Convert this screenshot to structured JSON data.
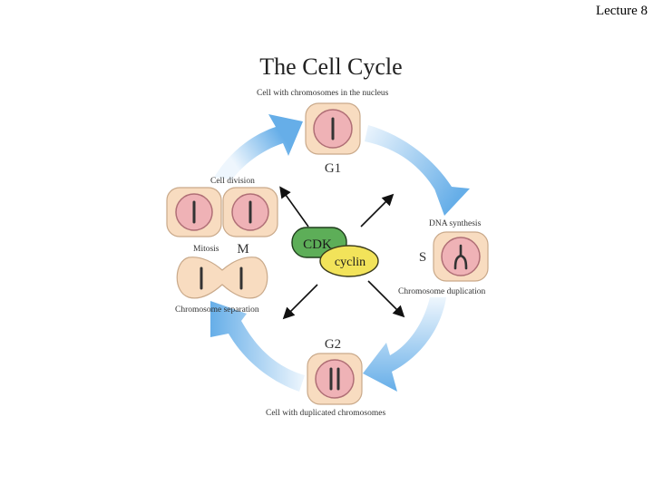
{
  "header": {
    "lecture": "Lecture 8"
  },
  "diagram": {
    "title": "The Cell Cycle",
    "labels": {
      "g1_caption": "Cell with chromosomes in the nucleus",
      "g1": "G1",
      "dna_synthesis": "DNA synthesis",
      "s": "S",
      "chromosome_duplication": "Chromosome duplication",
      "g2": "G2",
      "g2_caption": "Cell with duplicated chromosomes",
      "chromosome_separation": "Chromosome separation",
      "mitosis": "Mitosis",
      "m": "M",
      "cell_division": "Cell division",
      "cdk": "CDK",
      "cyclin": "cyclin"
    },
    "colors": {
      "cell_fill": "#f8dcc0",
      "cell_stroke": "#c9a98a",
      "nucleus_fill": "#efb2b6",
      "nucleus_stroke": "#b06f76",
      "cdk_fill": "#5dae58",
      "cyclin_fill": "#f2e35a",
      "arrow_light": "#eef6fd",
      "arrow_dark": "#66aee8"
    }
  }
}
